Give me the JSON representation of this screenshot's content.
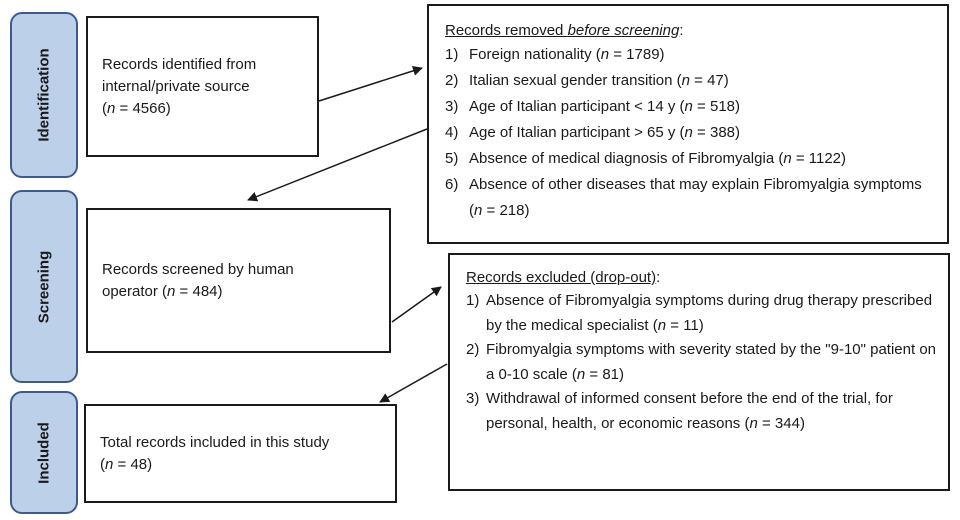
{
  "stages": {
    "identification": "Identification",
    "screening": "Screening",
    "included": "Included"
  },
  "boxes": {
    "identified": {
      "line1": "Records identified from",
      "line2": "internal/private source",
      "n_open": "(",
      "n_label": "n",
      "n_value": " = 4566)"
    },
    "screened": {
      "line1": "Records screened by human",
      "line2_pre": "operator (",
      "n_label": "n",
      "n_value": " = 484)"
    },
    "included": {
      "line1": "Total records included in this study",
      "n_open": "(",
      "n_label": "n",
      "n_value": " = 48)"
    }
  },
  "removed": {
    "heading_pre": "Records removed ",
    "heading_em": "before screening",
    "heading_post": ":",
    "items": [
      {
        "num": "1)",
        "pre": "Foreign nationality (",
        "n": "n",
        "post": " = 1789)"
      },
      {
        "num": "2)",
        "pre": "Italian sexual gender transition (",
        "n": "n",
        "post": " = 47)"
      },
      {
        "num": "3)",
        "pre": "Age of Italian participant < 14 y (",
        "n": "n",
        "post": " = 518)"
      },
      {
        "num": "4)",
        "pre": "Age of Italian participant > 65 y (",
        "n": "n",
        "post": " = 388)"
      },
      {
        "num": "5)",
        "pre": "Absence of medical diagnosis of Fibromyalgia (",
        "n": "n",
        "post": " = 1122)"
      },
      {
        "num": "6)",
        "pre": "Absence of other diseases that may explain Fibromyalgia symptoms (",
        "n": "n",
        "post": " = 218)"
      }
    ]
  },
  "excluded": {
    "heading": "Records excluded (drop-out)",
    "heading_post": ":",
    "items": [
      {
        "num": "1)",
        "pre": "Absence of Fibromyalgia symptoms during drug therapy prescribed by the medical specialist (",
        "n": "n",
        "post": " = 11)"
      },
      {
        "num": "2)",
        "pre": "Fibromyalgia symptoms with severity stated by the \"9-10\" patient on a 0-10 scale (",
        "n": "n",
        "post": " = 81)"
      },
      {
        "num": "3)",
        "pre": "Withdrawal of informed consent before the end of the trial, for personal, health, or economic reasons (",
        "n": "n",
        "post": " = 344)"
      }
    ]
  }
}
